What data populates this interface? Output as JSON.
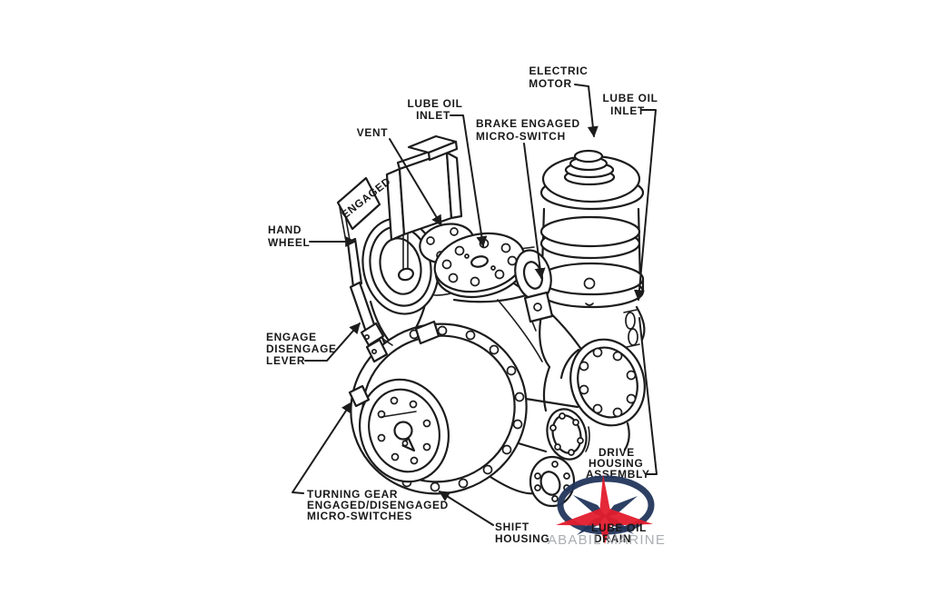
{
  "labels": {
    "electric_motor": [
      "ELECTRIC",
      "MOTOR"
    ],
    "lube_oil_inlet_left": [
      "LUBE OIL",
      "INLET"
    ],
    "lube_oil_inlet_right": [
      "LUBE OIL",
      "INLET"
    ],
    "vent": "VENT",
    "brake_micro_switch": [
      "BRAKE ENGAGED",
      "MICRO-SWITCH"
    ],
    "hand_wheel": [
      "HAND",
      "WHEEL"
    ],
    "engage_lever": [
      "ENGAGE",
      "DISENGAGE",
      "LEVER"
    ],
    "turning_gear_switches": [
      "TURNING GEAR",
      "ENGAGED/DISENGAGED",
      "MICRO-SWITCHES"
    ],
    "shift_housing": [
      "SHIFT",
      "HOUSING"
    ],
    "drive_housing": [
      "DRIVE",
      "HOUSING",
      "ASSEMBLY"
    ],
    "lube_oil_drain": [
      "LUBE OIL",
      "DRAIN"
    ],
    "engaged_plate": "ENGAGED"
  },
  "watermark": {
    "text": "ABABIL MARINE",
    "star_red": "#e31c2d",
    "navy": "#22365c",
    "text_color": "#9ba0a5"
  },
  "colors": {
    "ink": "#1c1c1c",
    "background": "#ffffff"
  }
}
